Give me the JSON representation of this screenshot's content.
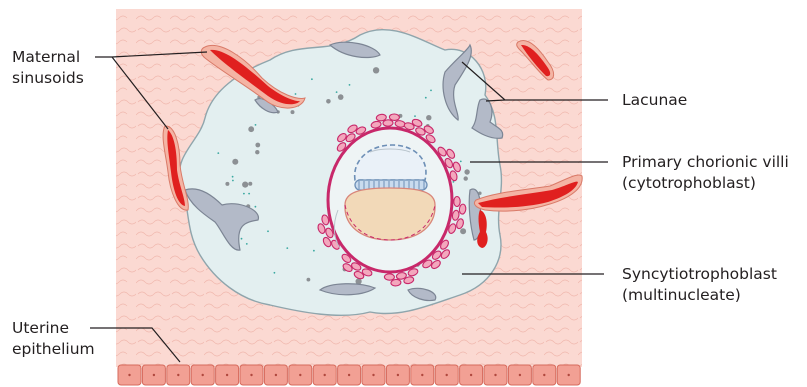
{
  "labels": {
    "maternal_sinusoids": [
      "Maternal",
      "sinusoids"
    ],
    "lacunae": "Lacunae",
    "primary_chorionic_villi": [
      "Primary chorionic villi",
      "(cytotrophoblast)"
    ],
    "syncytiotrophoblast": [
      "Syncytiotrophoblast",
      "(multinucleate)"
    ],
    "uterine_epithelium": [
      "Uterine",
      "epithelium"
    ]
  },
  "colors": {
    "endometrium": "#fbd9d2",
    "syncytiotrophoblast": "#e3eff0",
    "lacunae": "#b3bac8",
    "blood": "#e0201f",
    "cytotrophoblast": "#c8286a",
    "epithelium": "#f2a094"
  }
}
